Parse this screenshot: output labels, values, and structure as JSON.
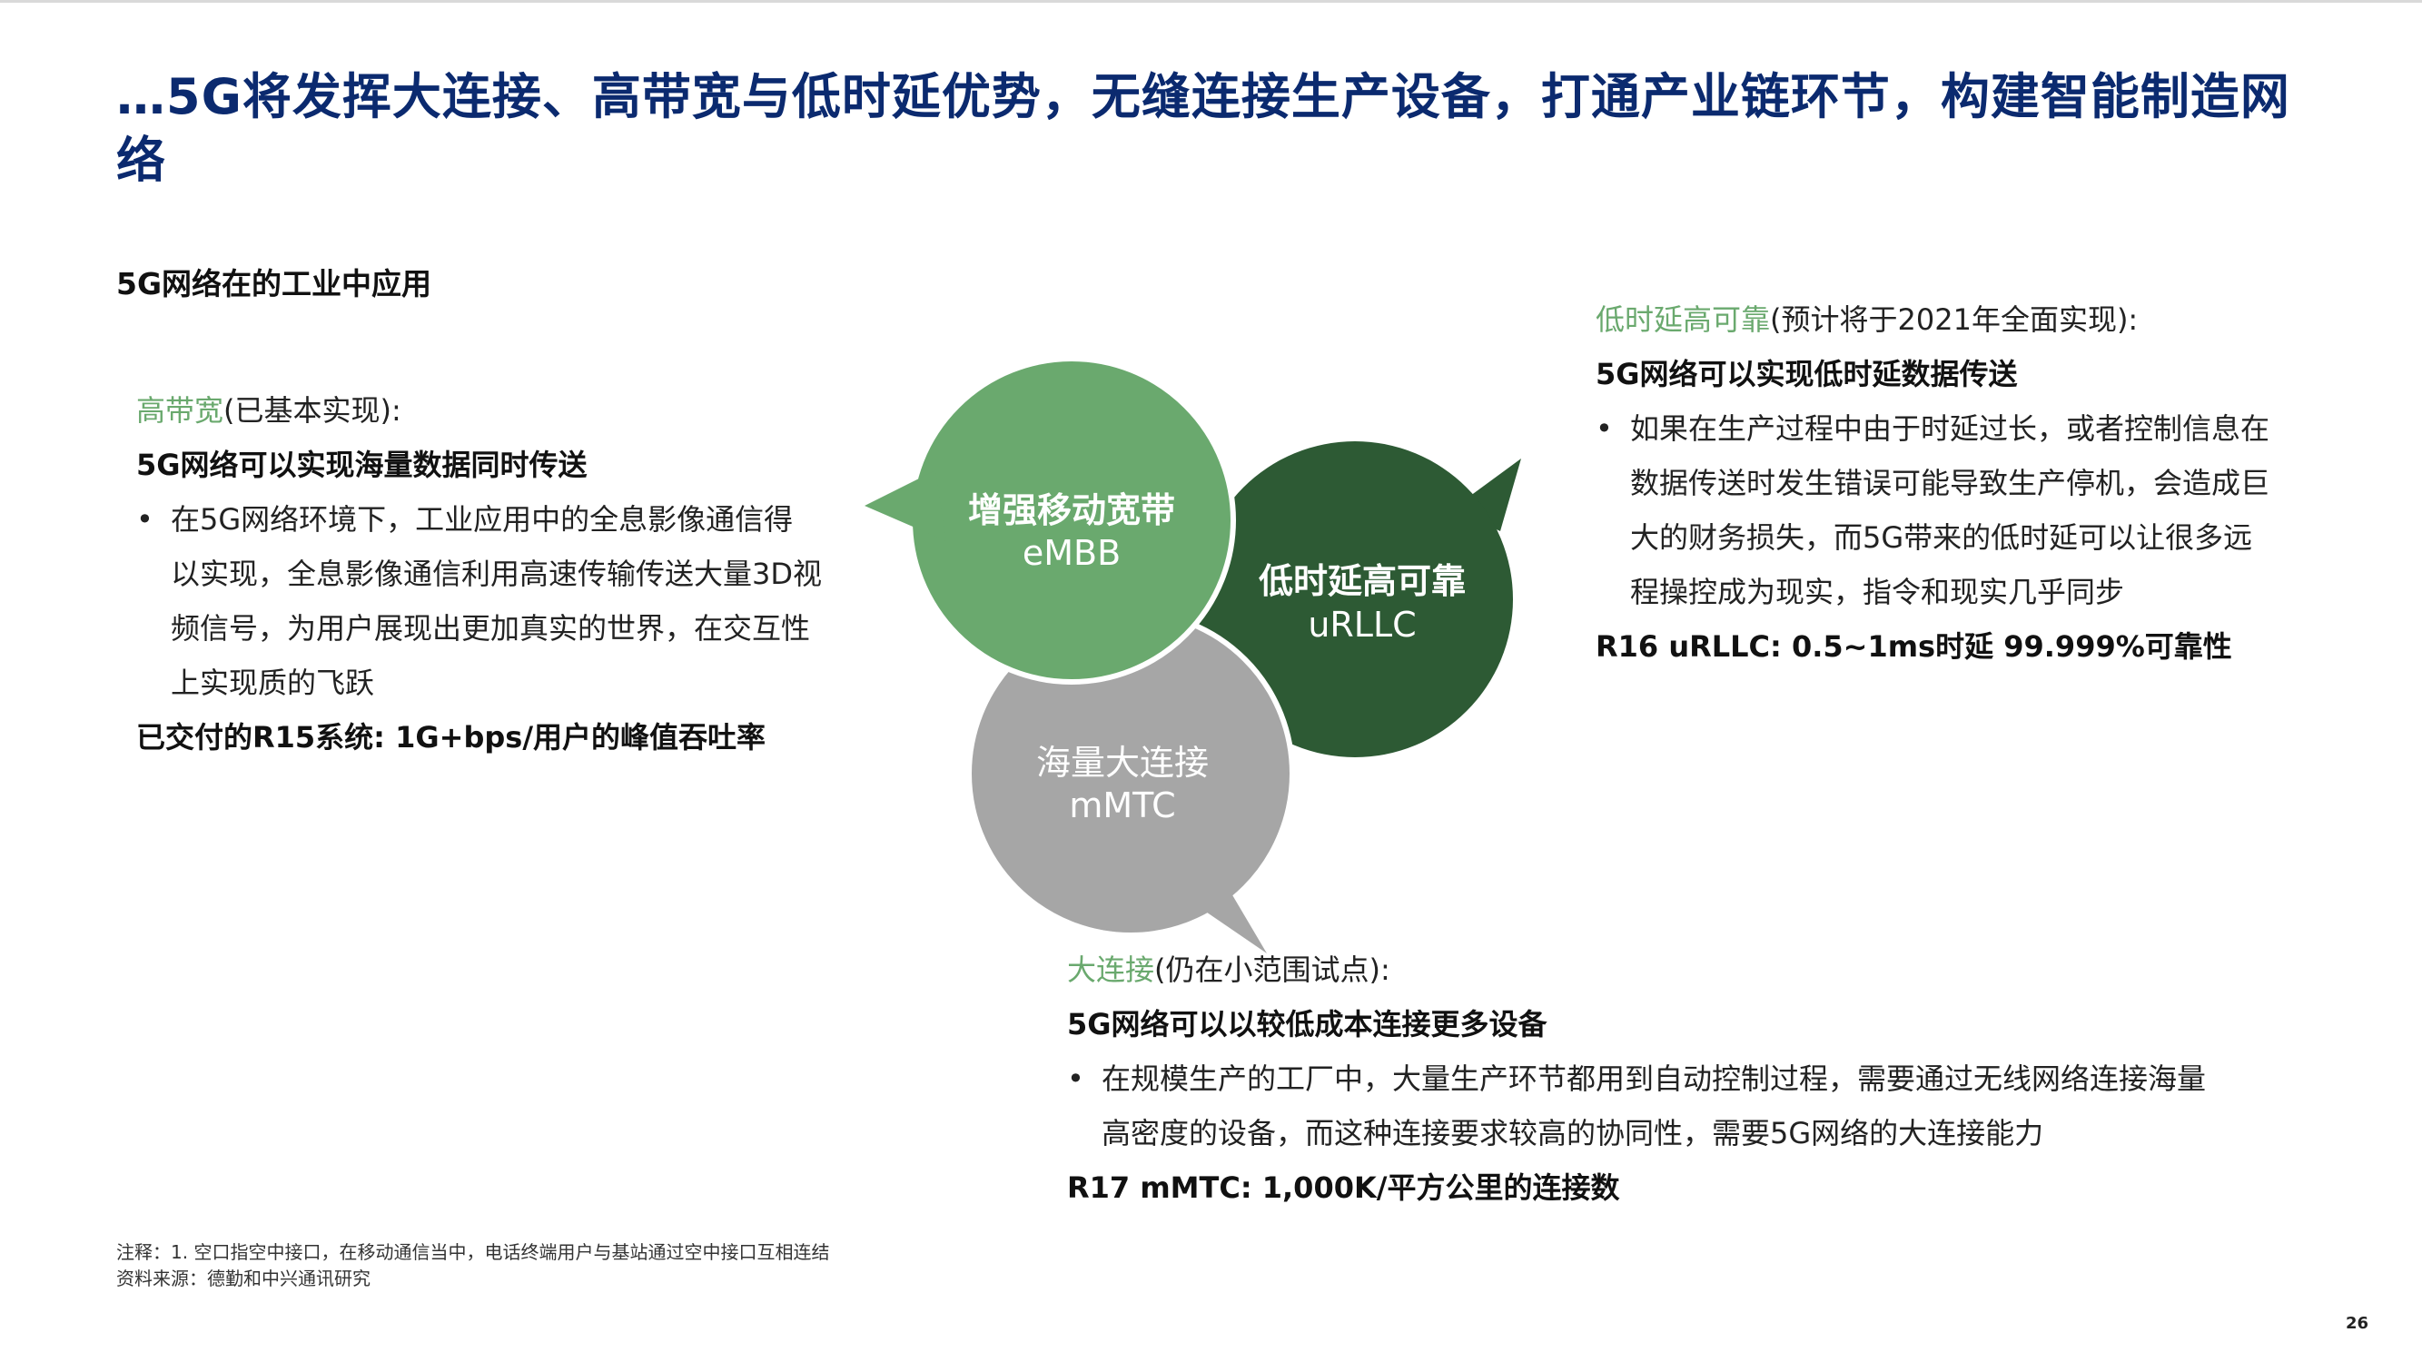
{
  "title": "…5G将发挥大连接、高带宽与低时延优势，无缝连接生产设备，打通产业链环节，构建智能制造网络",
  "subtitle": "5G网络在的工业中应用",
  "colors": {
    "title": "#0b2a6f",
    "accent_green": "#6aa96e",
    "dark_green": "#2d5a34",
    "gray": "#a6a6a6"
  },
  "diagram": {
    "embb": {
      "name": "增强移动宽带",
      "code": "eMBB"
    },
    "urllc": {
      "name": "低时延高可靠",
      "code": "uRLLC"
    },
    "mmtc": {
      "name": "海量大连接",
      "code": "mMTC"
    }
  },
  "embb_block": {
    "header_green": "高带宽",
    "header_rest": "(已基本实现):",
    "lead": "5G网络可以实现海量数据同时传送",
    "bullet_lines": [
      "在5G网络环境下，工业应用中的全息影像通信得",
      "以实现，全息影像通信利用高速传输传送大量3D视",
      "频信号，为用户展现出更加真实的世界，在交互性",
      "上实现质的飞跃"
    ],
    "footer": "已交付的R15系统: 1G+bps/用户的峰值吞吐率"
  },
  "urllc_block": {
    "header_green": "低时延高可靠",
    "header_rest": "(预计将于2021年全面实现):",
    "lead": "5G网络可以实现低时延数据传送",
    "bullet_lines": [
      "如果在生产过程中由于时延过长，或者控制信息在",
      "数据传送时发生错误可能导致生产停机，会造成巨",
      "大的财务损失，而5G带来的低时延可以让很多远",
      "程操控成为现实，指令和现实几乎同步"
    ],
    "footer": "R16 uRLLC: 0.5~1ms时延  99.999%可靠性"
  },
  "mmtc_block": {
    "header_green": "大连接",
    "header_rest": "(仍在小范围试点):",
    "lead": "5G网络可以以较低成本连接更多设备",
    "bullet_lines": [
      "在规模生产的工厂中，大量生产环节都用到自动控制过程，需要通过无线网络连接海量",
      "高密度的设备，而这种连接要求较高的协同性，需要5G网络的大连接能力"
    ],
    "footer": "R17 mMTC: 1,000K/平方公里的连接数"
  },
  "bullet_symbol": "•",
  "footnote": {
    "line1": "注释：1. 空口指空中接口，在移动通信当中，电话终端用户与基站通过空中接口互相连结",
    "line2": "资料来源：德勤和中兴通讯研究"
  },
  "page_number": "26"
}
